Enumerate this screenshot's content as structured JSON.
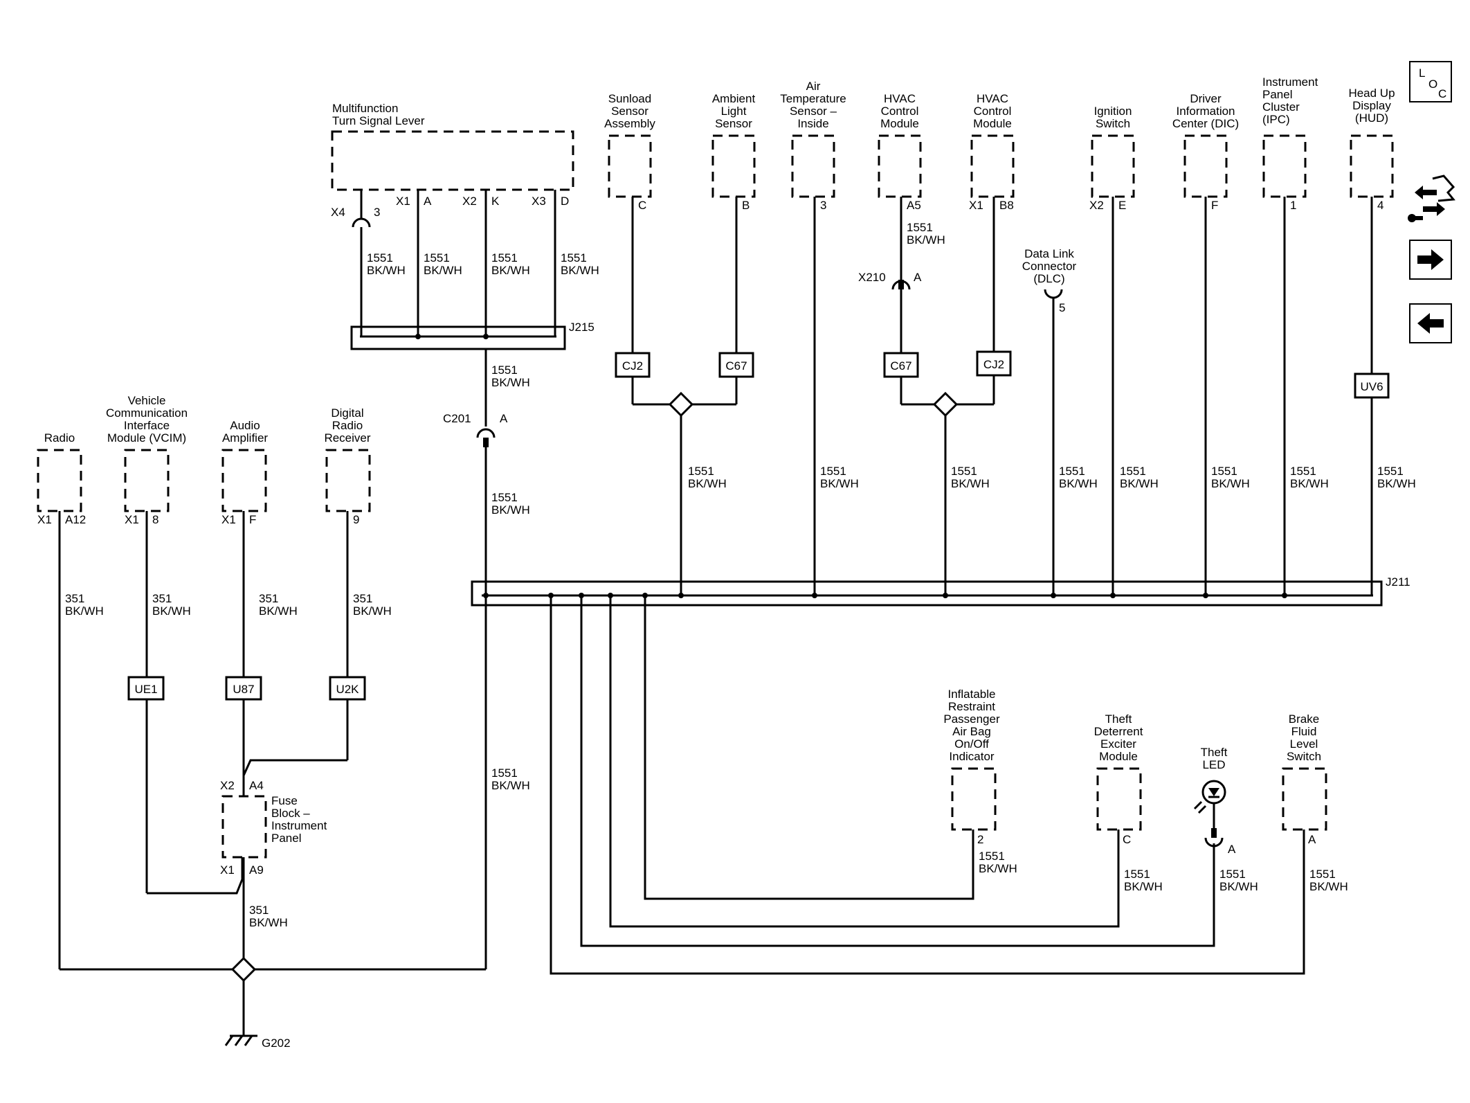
{
  "components": {
    "turn_signal_lever": "Multifunction\nTurn Signal Lever",
    "sunload_sensor": "Sunload\nSensor\nAssembly",
    "ambient_light_sensor": "Ambient\nLight\nSensor",
    "air_temp_sensor": "Air\nTemperature\nSensor –\nInside",
    "hvac_module_1": "HVAC\nControl\nModule",
    "hvac_module_2": "HVAC\nControl\nModule",
    "ignition_switch": "Ignition\nSwitch",
    "dic": "Driver\nInformation\nCenter (DIC)",
    "ipc": "Instrument\nPanel\nCluster\n(IPC)",
    "hud": "Head Up\nDisplay\n(HUD)",
    "dlc": "Data Link\nConnector\n(DLC)",
    "radio": "Radio",
    "vcim": "Vehicle\nCommunication\nInterface\nModule (VCIM)",
    "audio_amp": "Audio\nAmplifier",
    "digital_radio": "Digital\nRadio\nReceiver",
    "fuse_block": "Fuse\nBlock –\nInstrument\nPanel",
    "airbag_indicator": "Inflatable\nRestraint\nPassenger\nAir Bag\nOn/Off\nIndicator",
    "theft_module": "Theft\nDeterrent\nExciter\nModule",
    "theft_led": "Theft\nLED",
    "brake_switch": "Brake\nFluid\nLevel\nSwitch"
  },
  "pins": {
    "tsl_x4": "X4",
    "tsl_3": "3",
    "tsl_x1": "X1",
    "tsl_a": "A",
    "tsl_x2": "X2",
    "tsl_k": "K",
    "tsl_x3": "X3",
    "tsl_d": "D",
    "sun_c": "C",
    "amb_b": "B",
    "air_3": "3",
    "hvac1_a5": "A5",
    "hvac2_x1": "X1",
    "hvac2_b8": "B8",
    "ign_x2": "X2",
    "ign_e": "E",
    "dic_f": "F",
    "ipc_1": "1",
    "hud_4": "4",
    "dlc_5": "5",
    "x210": "X210",
    "x210_a": "A",
    "c201": "C201",
    "c201_a": "A",
    "radio_x1": "X1",
    "radio_a12": "A12",
    "vcim_x1": "X1",
    "vcim_8": "8",
    "amp_x1": "X1",
    "amp_f": "F",
    "drr_9": "9",
    "fb_x2": "X2",
    "fb_a4": "A4",
    "fb_x1": "X1",
    "fb_a9": "A9",
    "air_2": "2",
    "theft_c": "C",
    "led_a": "A",
    "brake_a": "A"
  },
  "wires": {
    "w1551": "1551\nBK/WH",
    "w351": "351\nBK/WH"
  },
  "splices": {
    "j215": "J215",
    "j211": "J211",
    "g202": "G202",
    "cj2_a": "CJ2",
    "c67_a": "C67",
    "c67_b": "C67",
    "cj2_b": "CJ2",
    "uv6": "UV6",
    "ue1": "UE1",
    "u87": "U87",
    "u2k": "U2K"
  },
  "nav": {
    "loc_l": "L",
    "loc_o": "O",
    "loc_c": "C",
    "connector_icon": "connector-end-view-icon",
    "next_icon": "arrow-right-icon",
    "prev_icon": "arrow-left-icon"
  }
}
